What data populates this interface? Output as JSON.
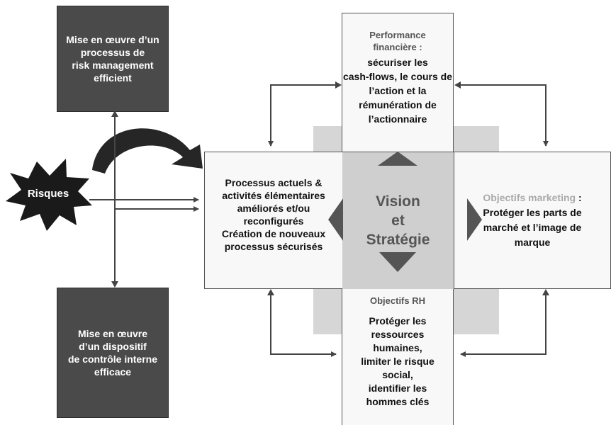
{
  "top_left_box": {
    "lines": [
      "Mise en  œuvre d’un",
      "processus de",
      "risk management",
      "efficient"
    ]
  },
  "bottom_left_box": {
    "lines": [
      "Mise en  œuvre",
      "d’un dispositif",
      "de contrôle interne",
      "efficace"
    ]
  },
  "risk_star": {
    "label": "Risques"
  },
  "top_box": {
    "title_lines": [
      "Performance",
      "financière :"
    ],
    "body_lines": [
      "sécuriser les",
      "cash-flows, le cours de",
      "l’action et la",
      "rémunération de",
      "l’actionnaire"
    ]
  },
  "left_box": {
    "lines": [
      "Processus actuels &",
      "activités élémentaires",
      "améliorés et/ou",
      "reconfigurés",
      "Création de nouveaux",
      "processus  sécurisés"
    ]
  },
  "center_box": {
    "lines": [
      "Vision",
      "et",
      "Stratégie"
    ]
  },
  "right_box": {
    "title": "Objectifs marketing",
    "title_suffix": " :",
    "body_lines": [
      "Protéger les parts de",
      "marché et l’image de",
      "marque"
    ]
  },
  "bottom_box": {
    "title": "Objectifs RH",
    "body_lines": [
      "Protéger les",
      "ressources",
      "humaines,",
      "limiter le risque",
      "social,",
      "identifier les",
      "hommes clés"
    ]
  },
  "colors": {
    "dark_box": "#4a4a4a",
    "shadow_cross": "#d6d6d6",
    "center": "#cfcfcf",
    "triangles": "#555555",
    "marketing_title": "#aaaaaa",
    "arrows": "#444444"
  }
}
